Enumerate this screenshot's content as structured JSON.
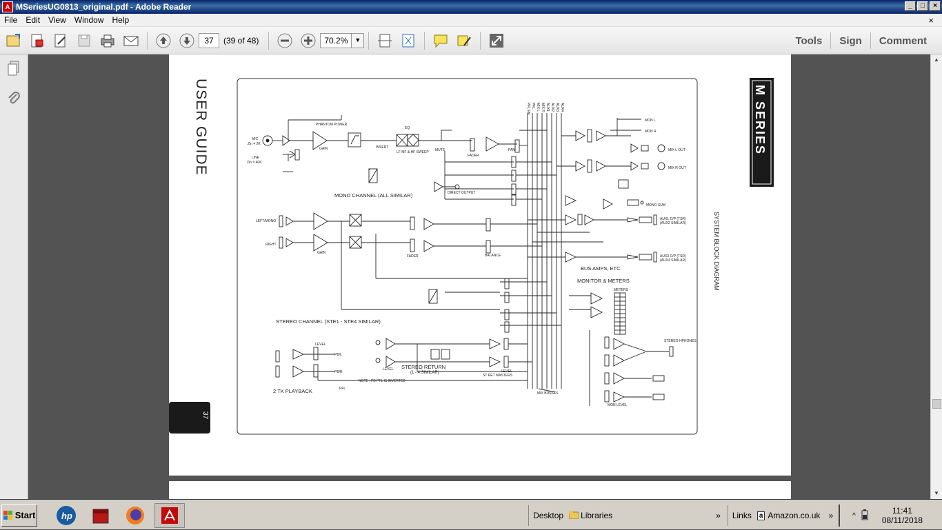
{
  "window": {
    "title": "MSeriesUG0813_original.pdf - Adobe Reader",
    "app_icon": "adobe-reader-icon"
  },
  "menu": {
    "items": [
      "File",
      "Edit",
      "View",
      "Window",
      "Help"
    ],
    "close": "×"
  },
  "toolbar": {
    "page_number": "37",
    "page_count": "(39 of 48)",
    "zoom": "70.2%",
    "tools": "Tools",
    "sign": "Sign",
    "comment": "Comment"
  },
  "doc": {
    "guide_title": "USER GUIDE",
    "logo_text": "M SERIES",
    "side_title": "SYSTEM BLOCK DIAGRAM",
    "page_tab": "37",
    "labels": {
      "mono_channel": "MONO CHANNEL (ALL SIMILAR)",
      "stereo_channel": "STEREO CHANNEL (STE1 - STE4 SIMILAR)",
      "stereo_return": "STEREO RETURN",
      "stereo_return_sub": "(1 - 4 SIMILAR)",
      "tk_playback": "2 TK PLAYBACK",
      "bus_amps": "BUS AMPS, ETC.",
      "monitor_meters": "MONITOR & METERS",
      "phantom": "PHANTOM POWER",
      "mic": "MIC",
      "mic_zin": "Zin = 2K",
      "line": "LINE",
      "line_zin": "Zin = 40K",
      "gain": "GAIN",
      "eq": "EQ",
      "eq_sub": "LF MF & HF SWEEP",
      "insert": "INSERT",
      "mute": "MUTE",
      "fader": "FADER",
      "pan": "PAN",
      "direct_out": "DIRECT OUTPUT",
      "left_mono": "LEFT/MONO",
      "right": "RIGHT",
      "balance": "BALANCE",
      "mix_busses": "MIX BUSSES",
      "meters": "METERS",
      "mon_l": "MON L",
      "mon_r": "MON R",
      "mix_l_out": "MIX L OUT",
      "mix_r_out": "MIX R OUT",
      "mono_sum": "MONO SUM",
      "aux1_op": "AUX1 O/P (TSR)",
      "aux2_similar": "(AUX2 SIMILAR)",
      "aux3_op": "AUX3 O/P (TSR)",
      "aux4_similar": "(AUX4 SIMILAR)",
      "stereo_phones": "STEREO HPHONES",
      "mon_level": "MON LEVEL",
      "level": "LEVEL",
      "pb_l": "PB/L",
      "pb_r": "PB/R",
      "pfl": "PFL",
      "note": "NOTE : PB PFL IS INVERTED",
      "st_ret_masters": "ST RET MASTERS"
    },
    "bus_labels": [
      "PFL EN",
      "PFL",
      "MIX L",
      "MIX R",
      "AUX1",
      "AUX2",
      "AUX3",
      "AUX4"
    ]
  },
  "taskbar": {
    "start": "Start",
    "desktop": "Desktop",
    "libraries": "Libraries",
    "links": "Links",
    "amazon": "Amazon.co.uk",
    "time": "11:41",
    "date": "08/11/2018"
  }
}
